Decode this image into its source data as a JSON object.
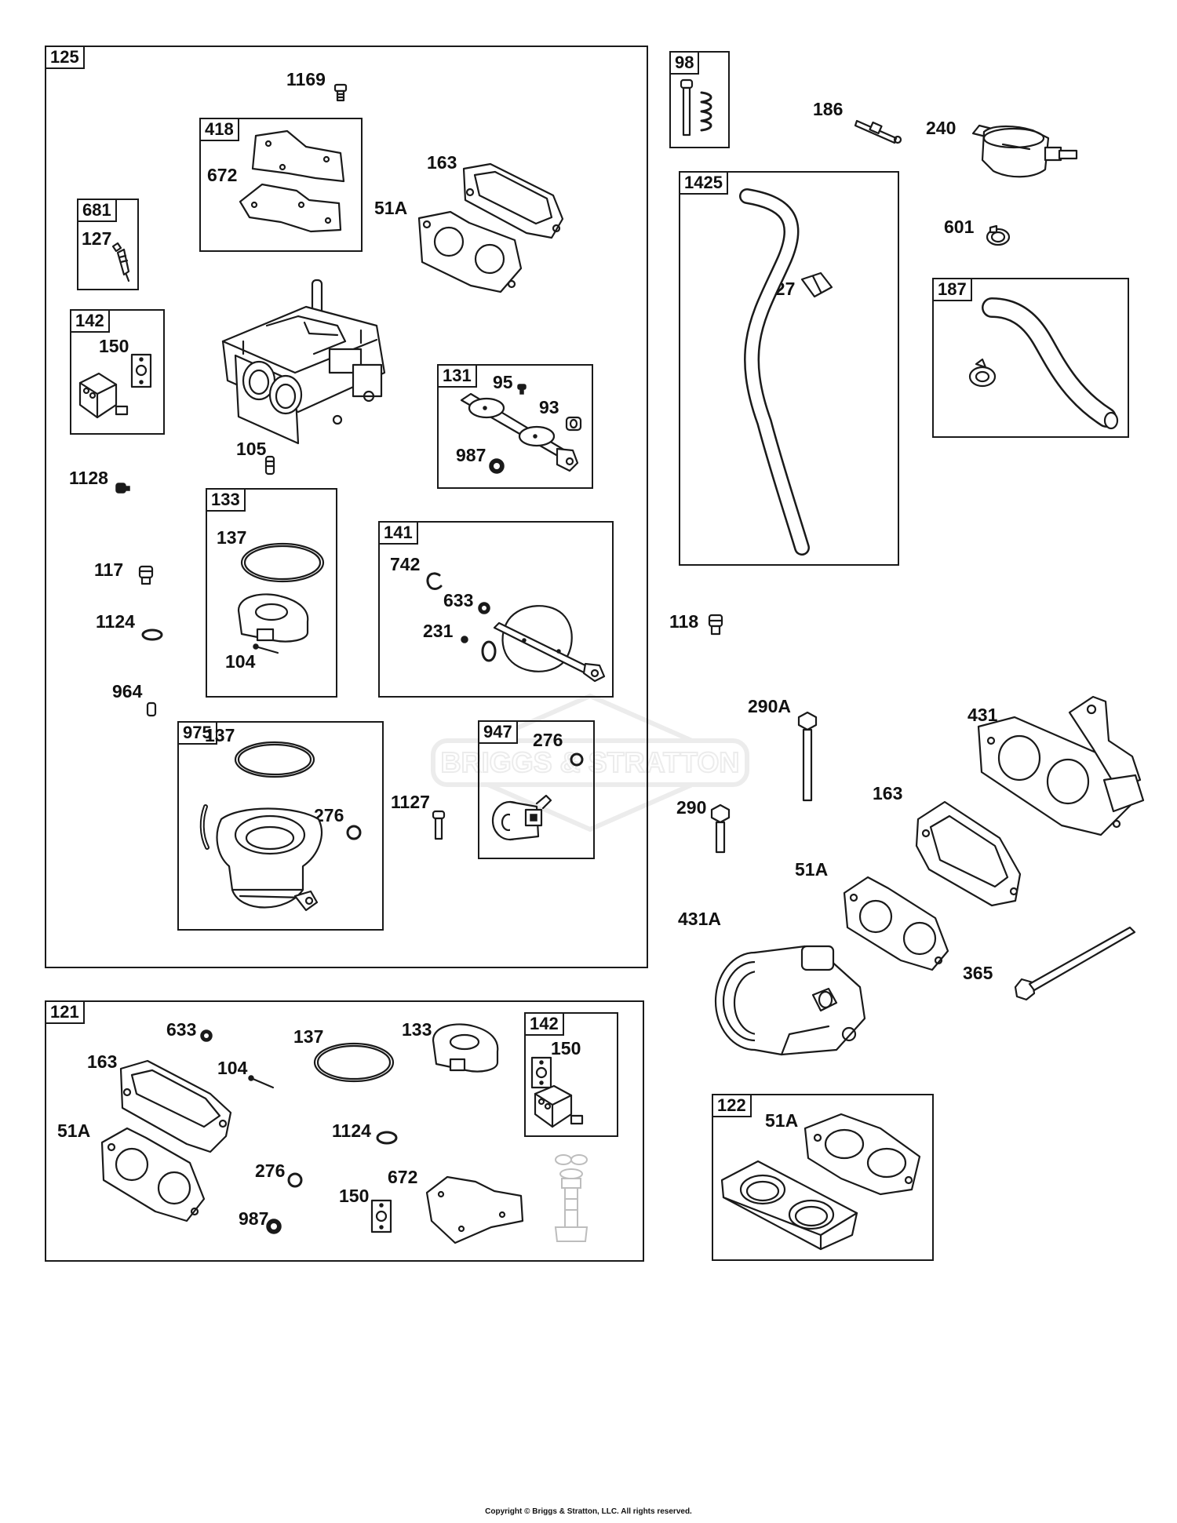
{
  "boxes": {
    "b125": "125",
    "b418": "418",
    "b681": "681",
    "b142": "142",
    "b131": "131",
    "b133": "133",
    "b141": "141",
    "b975": "975",
    "b947": "947",
    "b98": "98",
    "b1425": "1425",
    "b187": "187",
    "b121": "121",
    "b142b": "142",
    "b122": "122"
  },
  "labels": {
    "l1169": "1169",
    "l672": "672",
    "l163": "163",
    "l51a": "51A",
    "l127": "127",
    "l150": "150",
    "l95": "95",
    "l93": "93",
    "l987": "987",
    "l105": "105",
    "l1128": "1128",
    "l137": "137",
    "l104": "104",
    "l742": "742",
    "l633": "633",
    "l231": "231",
    "l117": "117",
    "l1124": "1124",
    "l964": "964",
    "l137b": "137",
    "l276": "276",
    "l1127": "1127",
    "l276b": "276",
    "l186": "186",
    "l240": "240",
    "l601": "601",
    "l527": "527",
    "l118": "118",
    "l290a": "290A",
    "l431": "431",
    "l163b": "163",
    "l290": "290",
    "l51ab": "51A",
    "l431a": "431A",
    "l365": "365",
    "l633b": "633",
    "l163c": "163",
    "l104b": "104",
    "l51ac": "51A",
    "l137c": "137",
    "l133": "133",
    "l150b": "150",
    "l1124b": "1124",
    "l276c": "276",
    "l987b": "987",
    "l150c": "150",
    "l672b": "672",
    "l51ad": "51A"
  },
  "watermark": "BRIGGS & STRATTON",
  "copyright": "Copyright © Briggs & Stratton, LLC. All rights reserved."
}
